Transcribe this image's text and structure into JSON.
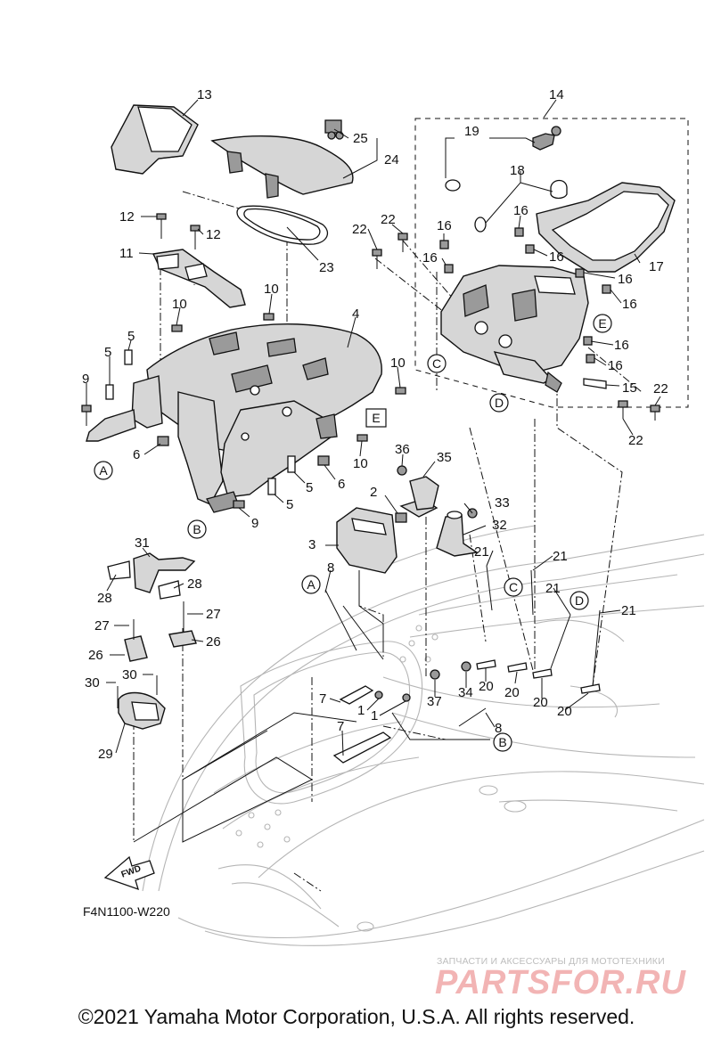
{
  "diagram": {
    "code": "F4N1100-W220",
    "fwd_label": "FWD",
    "callouts": [
      {
        "id": "c13",
        "text": "13"
      },
      {
        "id": "c14",
        "text": "14"
      },
      {
        "id": "c25",
        "text": "25"
      },
      {
        "id": "c24",
        "text": "24"
      },
      {
        "id": "c19",
        "text": "19"
      },
      {
        "id": "c18",
        "text": "18"
      },
      {
        "id": "c12a",
        "text": "12"
      },
      {
        "id": "c12b",
        "text": "12"
      },
      {
        "id": "c11",
        "text": "11"
      },
      {
        "id": "c23",
        "text": "23"
      },
      {
        "id": "c22a",
        "text": "22"
      },
      {
        "id": "c22b",
        "text": "22"
      },
      {
        "id": "c16a",
        "text": "16"
      },
      {
        "id": "c16b",
        "text": "16"
      },
      {
        "id": "c16c",
        "text": "16"
      },
      {
        "id": "c16d",
        "text": "16"
      },
      {
        "id": "c16e",
        "text": "16"
      },
      {
        "id": "c16f",
        "text": "16"
      },
      {
        "id": "c16g",
        "text": "16"
      },
      {
        "id": "c16h",
        "text": "16"
      },
      {
        "id": "c17",
        "text": "17"
      },
      {
        "id": "c10a",
        "text": "10"
      },
      {
        "id": "c10b",
        "text": "10"
      },
      {
        "id": "c10c",
        "text": "10"
      },
      {
        "id": "c10d",
        "text": "10"
      },
      {
        "id": "c4",
        "text": "4"
      },
      {
        "id": "c5a",
        "text": "5"
      },
      {
        "id": "c5b",
        "text": "5"
      },
      {
        "id": "c5c",
        "text": "5"
      },
      {
        "id": "c5d",
        "text": "5"
      },
      {
        "id": "c9a",
        "text": "9"
      },
      {
        "id": "c9b",
        "text": "9"
      },
      {
        "id": "c6a",
        "text": "6"
      },
      {
        "id": "c6b",
        "text": "6"
      },
      {
        "id": "c15",
        "text": "15"
      },
      {
        "id": "c22c",
        "text": "22"
      },
      {
        "id": "c22d",
        "text": "22"
      },
      {
        "id": "c36",
        "text": "36"
      },
      {
        "id": "c35",
        "text": "35"
      },
      {
        "id": "c2",
        "text": "2"
      },
      {
        "id": "c33",
        "text": "33"
      },
      {
        "id": "c32",
        "text": "32"
      },
      {
        "id": "c3",
        "text": "3"
      },
      {
        "id": "c31",
        "text": "31"
      },
      {
        "id": "c28a",
        "text": "28"
      },
      {
        "id": "c28b",
        "text": "28"
      },
      {
        "id": "c8a",
        "text": "8"
      },
      {
        "id": "c8b",
        "text": "8"
      },
      {
        "id": "c21a",
        "text": "21"
      },
      {
        "id": "c21b",
        "text": "21"
      },
      {
        "id": "c21c",
        "text": "21"
      },
      {
        "id": "c21d",
        "text": "21"
      },
      {
        "id": "c27a",
        "text": "27"
      },
      {
        "id": "c27b",
        "text": "27"
      },
      {
        "id": "c26a",
        "text": "26"
      },
      {
        "id": "c26b",
        "text": "26"
      },
      {
        "id": "c30a",
        "text": "30"
      },
      {
        "id": "c30b",
        "text": "30"
      },
      {
        "id": "c29",
        "text": "29"
      },
      {
        "id": "c7a",
        "text": "7"
      },
      {
        "id": "c7b",
        "text": "7"
      },
      {
        "id": "c1a",
        "text": "1"
      },
      {
        "id": "c1b",
        "text": "1"
      },
      {
        "id": "c37",
        "text": "37"
      },
      {
        "id": "c34",
        "text": "34"
      },
      {
        "id": "c20a",
        "text": "20"
      },
      {
        "id": "c20b",
        "text": "20"
      },
      {
        "id": "c20c",
        "text": "20"
      },
      {
        "id": "c20d",
        "text": "20"
      }
    ],
    "refs": [
      {
        "id": "rA1",
        "text": "A"
      },
      {
        "id": "rB1",
        "text": "B"
      },
      {
        "id": "rC1",
        "text": "C"
      },
      {
        "id": "rD1",
        "text": "D"
      },
      {
        "id": "rE1",
        "text": "E"
      },
      {
        "id": "rE2",
        "text": "E"
      },
      {
        "id": "rA2",
        "text": "A"
      },
      {
        "id": "rB2",
        "text": "B"
      },
      {
        "id": "rC2",
        "text": "C"
      },
      {
        "id": "rD2",
        "text": "D"
      }
    ]
  },
  "watermark": {
    "tagline": "ЗАПЧАСТИ И АКСЕССУАРЫ ДЛЯ МОТОТЕХНИКИ",
    "brand": "PARTSFOR.RU"
  },
  "footer": {
    "copyright": "©2021 Yamaha Motor Corporation, U.S.A. All rights reserved."
  }
}
